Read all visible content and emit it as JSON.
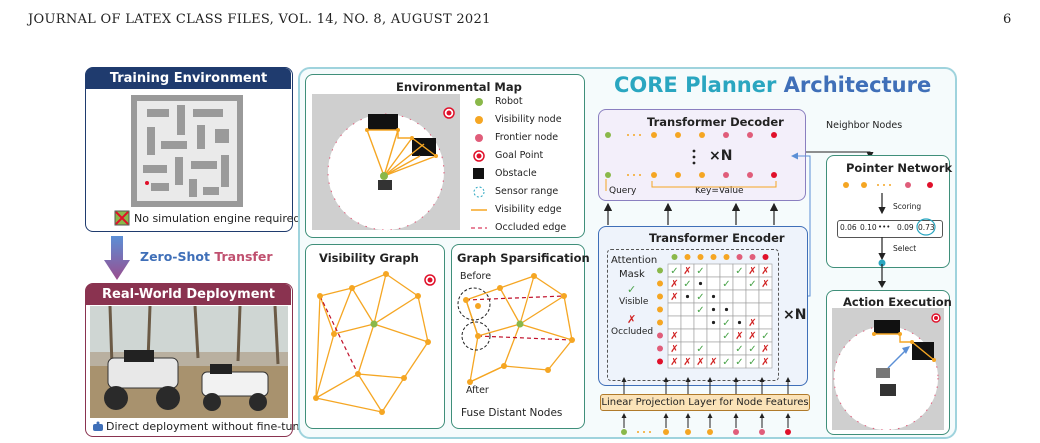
{
  "header": {
    "left": "JOURNAL OF LATEX CLASS FILES, VOL. 14, NO. 8, AUGUST 2021",
    "page": "6"
  },
  "training": {
    "title": "Training Environment",
    "note": "No simulation engine required"
  },
  "transfer": {
    "label_a": "Zero-Shot ",
    "label_b": "Transfer"
  },
  "deployment": {
    "title": "Real-World Deployment",
    "note": "Direct deployment without fine-tuning"
  },
  "main_title": {
    "part1": "CORE Planner ",
    "part2": "Architecture"
  },
  "env_map": {
    "title": "Environmental Map"
  },
  "legend": {
    "robot": "Robot",
    "visibility_node": "Visibility node",
    "frontier_node": "Frontier node",
    "goal_point": "Goal Point",
    "obstacle": "Obstacle",
    "sensor_range": "Sensor range",
    "visibility_edge": "Visibility edge",
    "occluded_edge": "Occluded edge"
  },
  "visibility_graph": {
    "title": "Visibility Graph"
  },
  "sparsification": {
    "title": "Graph Sparsification",
    "before": "Before",
    "after": "After",
    "caption": "Fuse Distant Nodes"
  },
  "decoder": {
    "title": "Transformer Decoder",
    "times_n": "×N",
    "query": "Query",
    "keyvalue": "Key=Value"
  },
  "neighbor": "Neighbor Nodes",
  "pointer": {
    "title": "Pointer Network",
    "scoring": "Scoring",
    "select": "Select",
    "v1": "0.06",
    "v2": "0.10",
    "dots": "•••",
    "v3": "0.09",
    "v4": "0.73"
  },
  "encoder": {
    "title": "Transformer Encoder",
    "attention": "Attention",
    "mask": "Mask",
    "visible": "Visible",
    "occluded": "Occluded",
    "times_n": "×N"
  },
  "action": {
    "title": "Action Execution"
  },
  "projection": "Linear Projection Layer for Node Features",
  "colors": {
    "green": "#8ab84a",
    "orange": "#f5a623",
    "pink": "#e05d7a",
    "red": "#e0102a",
    "navy": "#1f3b6e",
    "maroon": "#8a3350",
    "teal": "#3f8f7a"
  }
}
